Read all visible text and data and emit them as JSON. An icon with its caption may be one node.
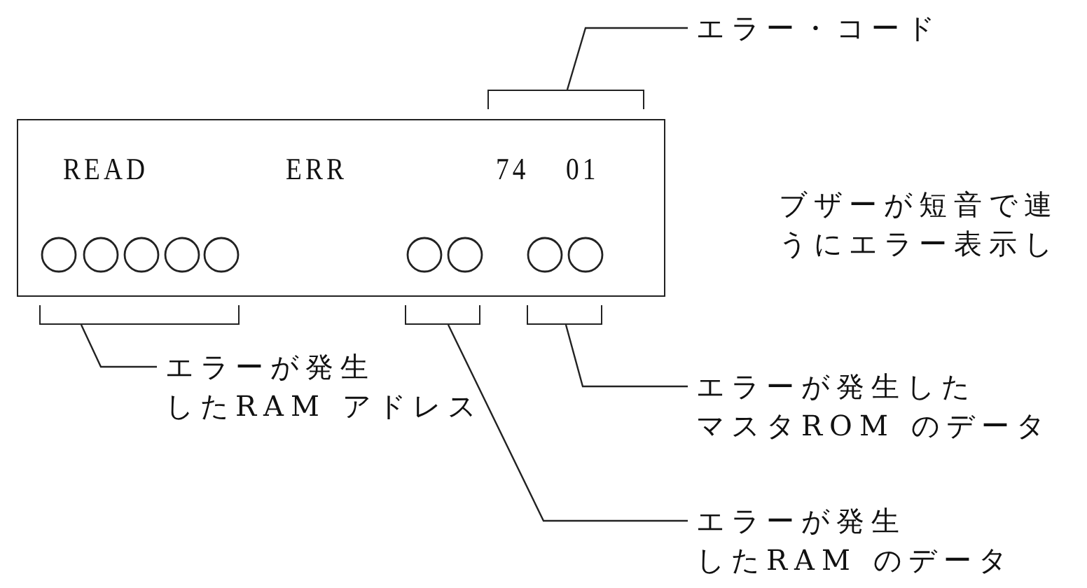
{
  "diagram": {
    "nodes": [
      {
        "text": [
          "READ",
          "ERR",
          "74",
          "01"
        ]
      },
      {
        "text": [],
        "shape": "bracket"
      },
      {
        "text": [],
        "shape": "bracket"
      },
      {
        "text": [],
        "shape": "bracket"
      },
      {
        "text": [],
        "shape": "bracket"
      },
      {
        "text": [
          "エラー・コード"
        ]
      },
      {
        "text": [
          "エラーが発生したRAM アドレス"
        ]
      },
      {
        "text": [
          "エラーが発生したマスタROM のデータ"
        ]
      },
      {
        "text": [
          "エラーが発生したRAM のデータ"
        ]
      }
    ],
    "edges": [
      {
        "from": 5,
        "to": 1,
        "arrow": "none"
      },
      {
        "from": 6,
        "to": 2,
        "arrow": "none"
      },
      {
        "from": 7,
        "to": 4,
        "arrow": "none"
      },
      {
        "from": 8,
        "to": 3,
        "arrow": "none"
      }
    ],
    "labels": [
      "ブザーが短音で連うにエラー表示し"
    ]
  }
}
